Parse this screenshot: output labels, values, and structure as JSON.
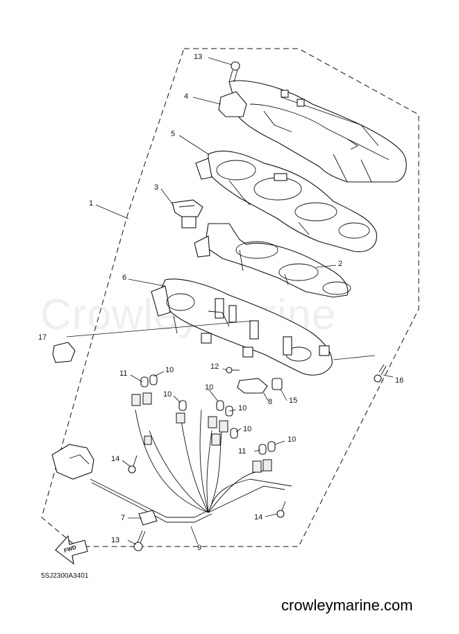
{
  "diagram": {
    "watermark": "CrowleyMarine",
    "drawing_code": "5SJ2300A3401",
    "site": "crowleymarine.com",
    "fwd_label": "FWD",
    "callouts": [
      {
        "id": "c13a",
        "label": "13"
      },
      {
        "id": "c4",
        "label": "4"
      },
      {
        "id": "c5",
        "label": "5"
      },
      {
        "id": "c3",
        "label": "3"
      },
      {
        "id": "c1",
        "label": "1"
      },
      {
        "id": "c2",
        "label": "2"
      },
      {
        "id": "c6",
        "label": "6"
      },
      {
        "id": "c17",
        "label": "17"
      },
      {
        "id": "c12",
        "label": "12"
      },
      {
        "id": "c16",
        "label": "16"
      },
      {
        "id": "c11a",
        "label": "11"
      },
      {
        "id": "c10a",
        "label": "10"
      },
      {
        "id": "c10b",
        "label": "10"
      },
      {
        "id": "c10c",
        "label": "10"
      },
      {
        "id": "c10d",
        "label": "10"
      },
      {
        "id": "c10e",
        "label": "10"
      },
      {
        "id": "c8",
        "label": "8"
      },
      {
        "id": "c15",
        "label": "15"
      },
      {
        "id": "c11b",
        "label": "11"
      },
      {
        "id": "c10f",
        "label": "10"
      },
      {
        "id": "c14a",
        "label": "14"
      },
      {
        "id": "c14b",
        "label": "14"
      },
      {
        "id": "c7",
        "label": "7"
      },
      {
        "id": "c13b",
        "label": "13"
      },
      {
        "id": "c9",
        "label": "9"
      }
    ]
  }
}
